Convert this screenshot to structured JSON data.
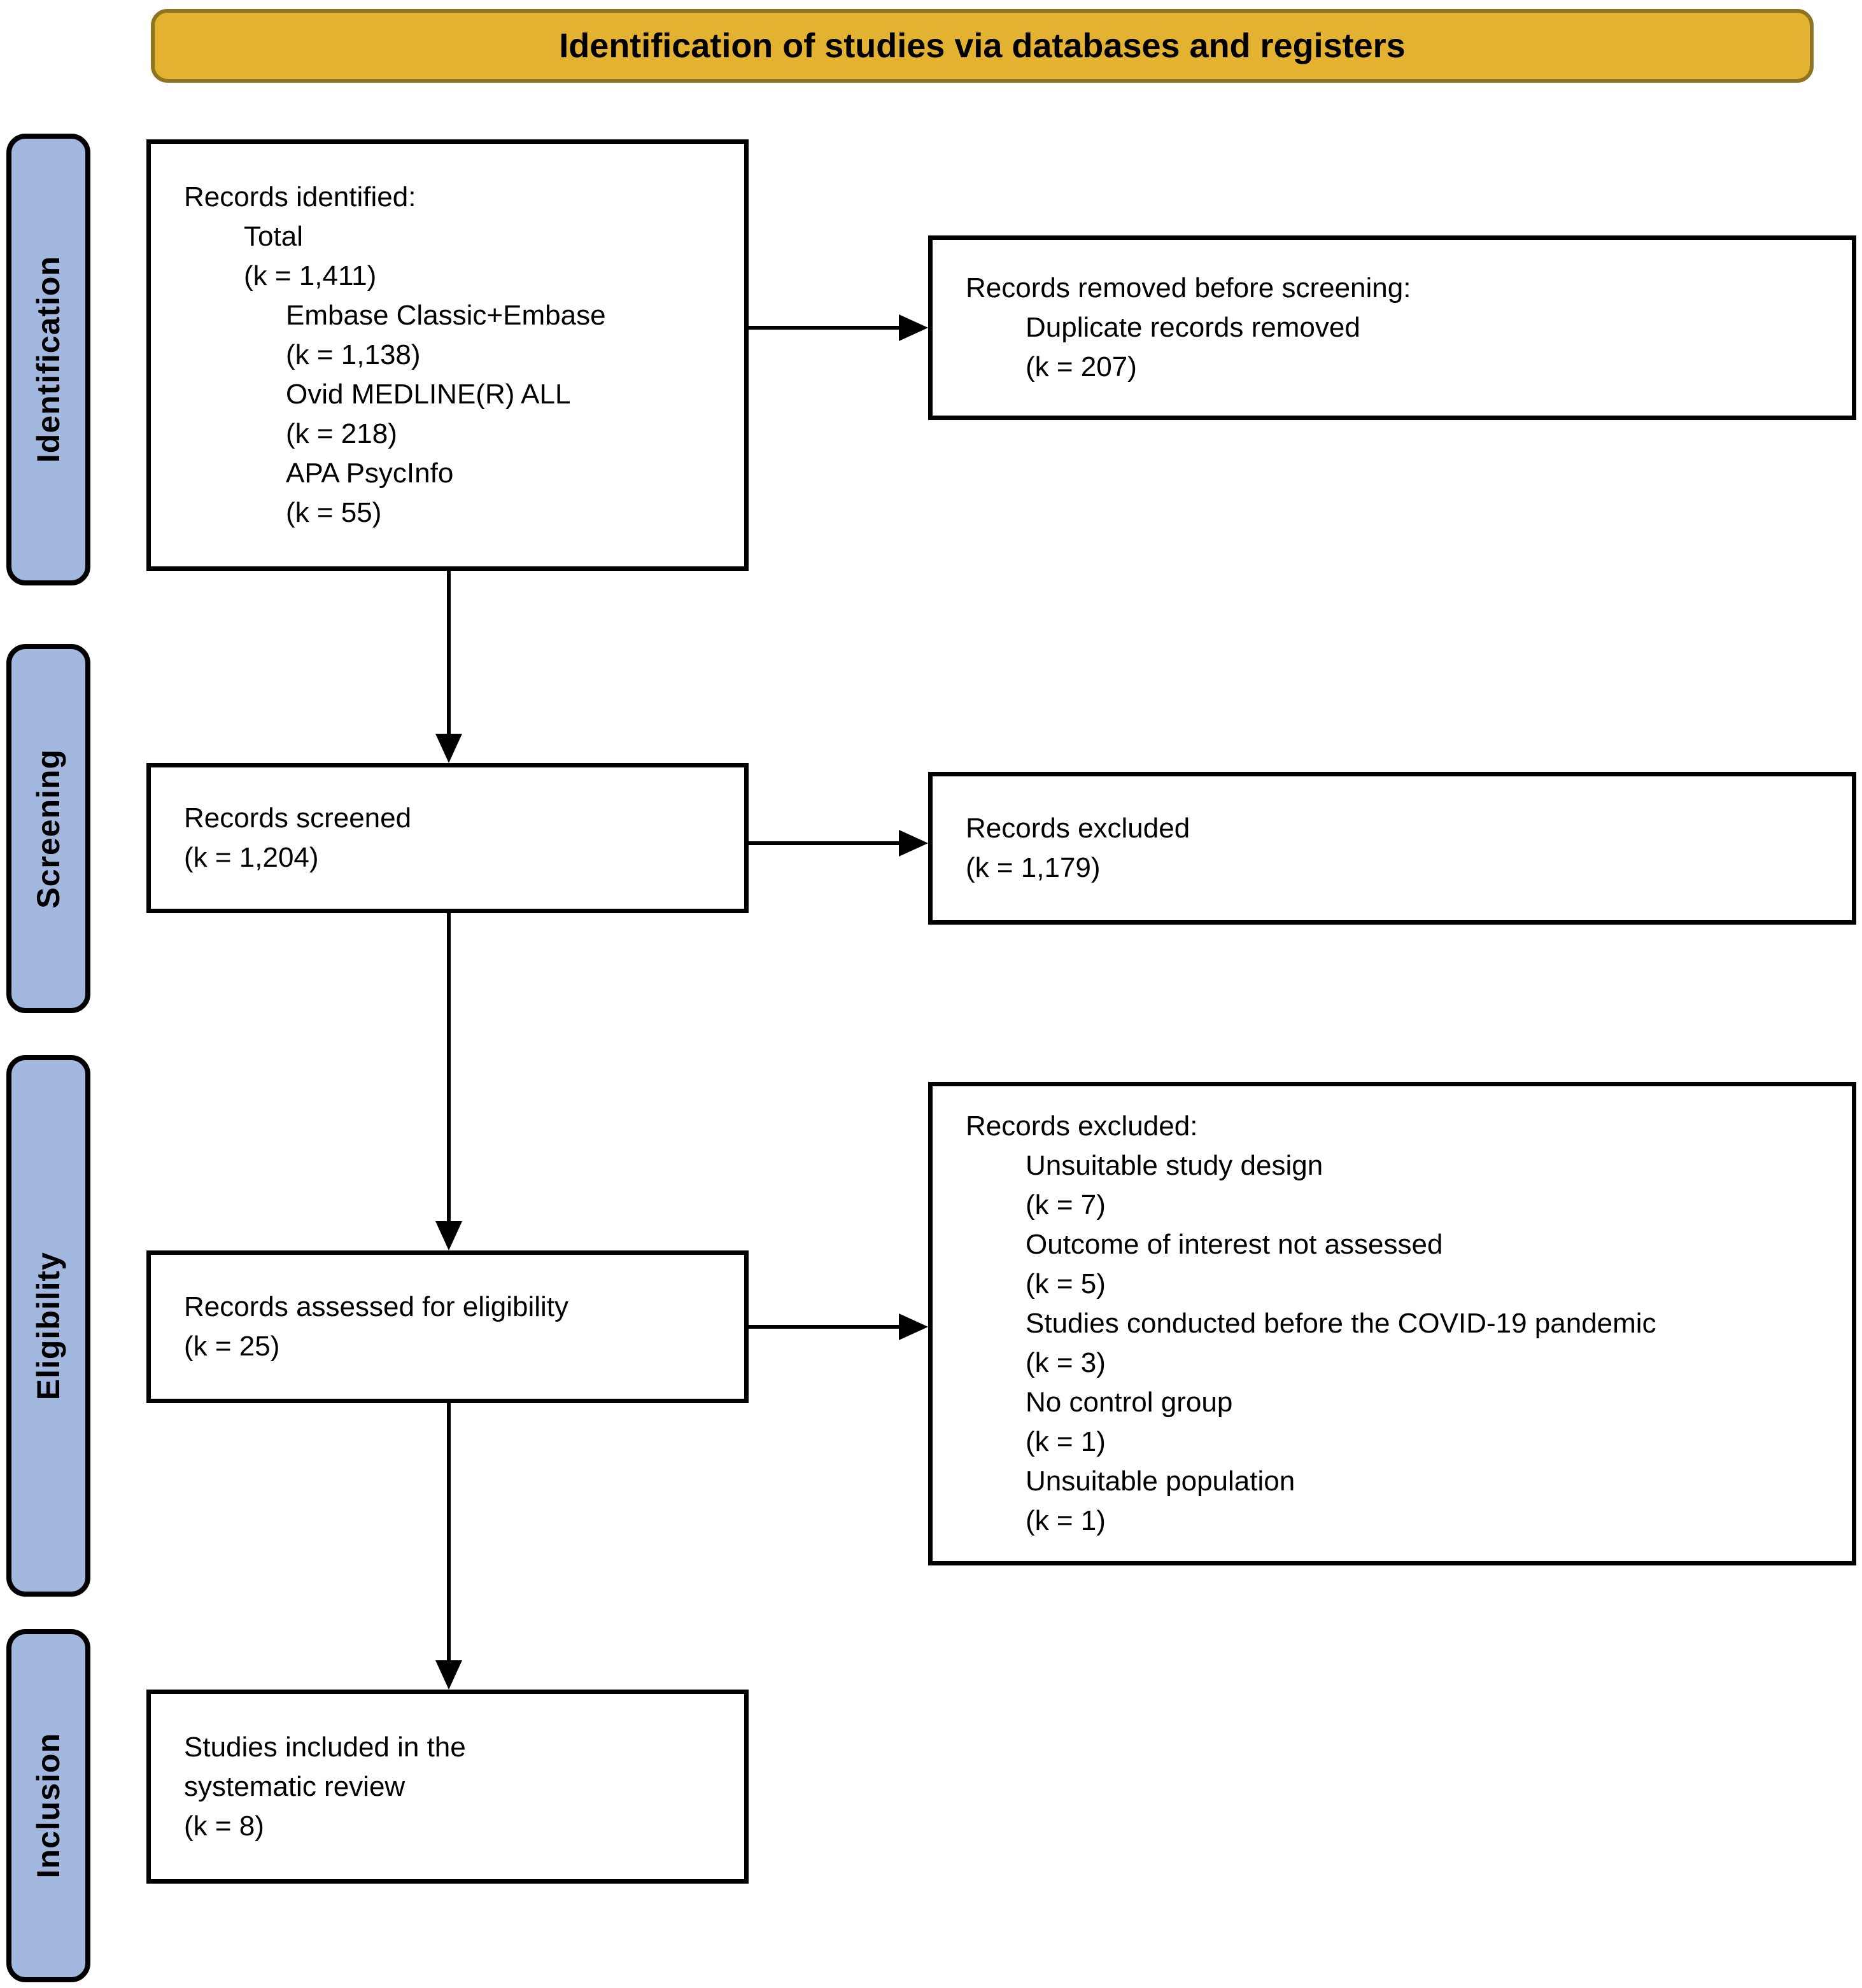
{
  "banner": {
    "label": "Identification of studies via databases and registers"
  },
  "sidebar": {
    "stages": [
      {
        "label": "Identification"
      },
      {
        "label": "Screening"
      },
      {
        "label": "Eligibility"
      },
      {
        "label": "Inclusion"
      }
    ]
  },
  "boxes": {
    "identified": {
      "lines": [
        "Records identified:",
        "Total",
        "(k = 1,411)",
        "Embase Classic+Embase",
        "(k = 1,138)",
        "Ovid MEDLINE(R) ALL",
        "(k = 218)",
        "APA PsycInfo",
        "(k = 55)"
      ]
    },
    "removed_before_screening": {
      "lines": [
        "Records removed before screening:",
        "Duplicate records removed",
        "(k = 207)"
      ]
    },
    "screened": {
      "lines": [
        "Records screened",
        "(k = 1,204)"
      ]
    },
    "excluded_screening": {
      "lines": [
        "Records excluded",
        "(k = 1,179)"
      ]
    },
    "assessed": {
      "lines": [
        "Records assessed for eligibility",
        "(k = 25)"
      ]
    },
    "excluded_eligibility": {
      "lines": [
        "Records excluded:",
        "Unsuitable study design",
        "(k = 7)",
        "Outcome of interest not assessed",
        "(k = 5)",
        "Studies conducted before the COVID-19 pandemic",
        "(k = 3)",
        "No control group",
        "(k = 1)",
        "Unsuitable population",
        "(k = 1)"
      ]
    },
    "included": {
      "lines": [
        "Studies included in the",
        "systematic review",
        "(k = 8)"
      ]
    }
  },
  "colors": {
    "banner_fill": "#E3B231",
    "banner_border": "#8E7420",
    "sidebar_fill": "#A3B8DF",
    "ink": "#000000",
    "box_bg": "#FFFFFF"
  }
}
